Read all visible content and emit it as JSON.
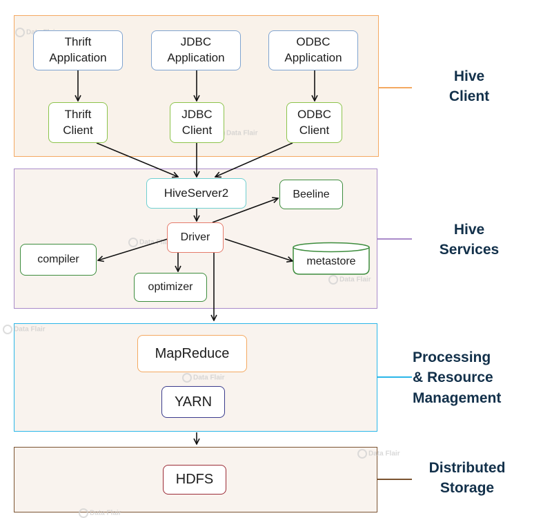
{
  "layers": {
    "client": {
      "label": "Hive\nClient",
      "color": "#f4a860"
    },
    "services": {
      "label": "Hive\nServices",
      "color": "#a98ac9"
    },
    "processing": {
      "label": "Processing\n& Resource\nManagement",
      "color": "#29b6e8"
    },
    "storage": {
      "label": "Distributed\nStorage",
      "color": "#7a5230"
    }
  },
  "nodes": {
    "thrift_app": "Thrift\nApplication",
    "jdbc_app": "JDBC\nApplication",
    "odbc_app": "ODBC\nApplication",
    "thrift_client": "Thrift\nClient",
    "jdbc_client": "JDBC\nClient",
    "odbc_client": "ODBC\nClient",
    "hiveserver2": "HiveServer2",
    "beeline": "Beeline",
    "driver": "Driver",
    "compiler": "compiler",
    "optimizer": "optimizer",
    "metastore": "metastore",
    "mapreduce": "MapReduce",
    "yarn": "YARN",
    "hdfs": "HDFS"
  },
  "watermark": {
    "text": "Data Flair"
  },
  "colors": {
    "client_bg": "#f9f2ea",
    "layer_bg": "#f9f3ee",
    "hiveserver2_border": "#6fcfd0",
    "driver_border": "#e57a6a",
    "mapreduce_border": "#f4a860",
    "yarn_border": "#3a3a8c",
    "hdfs_border": "#9b2a35",
    "metastore_border": "#3c8c3c"
  }
}
